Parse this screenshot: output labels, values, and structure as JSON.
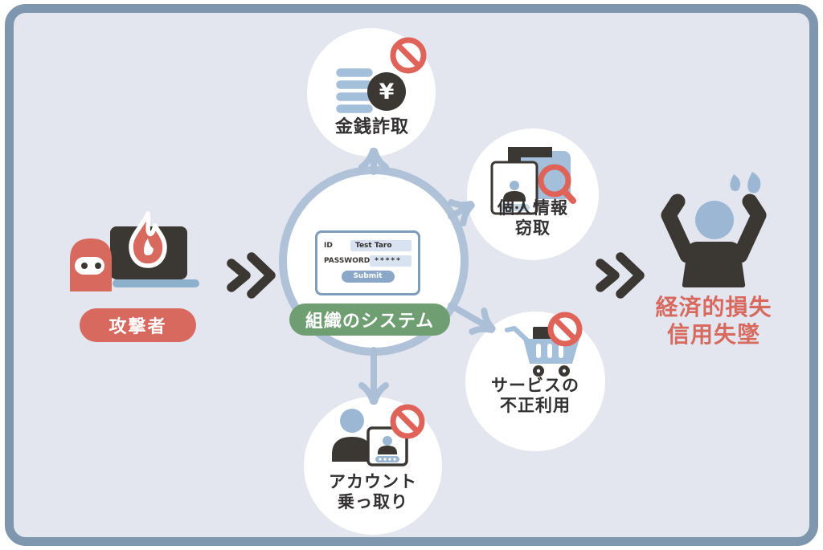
{
  "attacker": {
    "label": "攻撃者"
  },
  "system": {
    "label": "組織のシステム",
    "login_form": {
      "id_label": "ID",
      "id_value": "Test Taro",
      "password_label": "PASSWORD",
      "password_value": "*****",
      "submit_label": "Submit"
    }
  },
  "threats": [
    {
      "icon": "coins-yen-prohibited",
      "yen_symbol": "¥",
      "lines": [
        "金銭詐取"
      ]
    },
    {
      "icon": "id-card-magnifier",
      "lines": [
        "個人情報",
        "窃取"
      ]
    },
    {
      "icon": "cart-prohibited",
      "lines": [
        "サービスの",
        "不正利用"
      ]
    },
    {
      "icon": "person-id-card-prohibited",
      "lines": [
        "アカウント",
        "乗っ取り"
      ]
    }
  ],
  "outcome": {
    "lines": [
      "経済的損失",
      "信用失墜"
    ]
  },
  "colors": {
    "frame": "#7e96ae",
    "background": "#e3e6ee",
    "accent_red": "#d8695f",
    "prohibit_red": "#df6359",
    "green": "#6e9e72",
    "blue": "#a3bfda",
    "ring_blue": "#b0c2d8",
    "dark": "#3b3733"
  }
}
